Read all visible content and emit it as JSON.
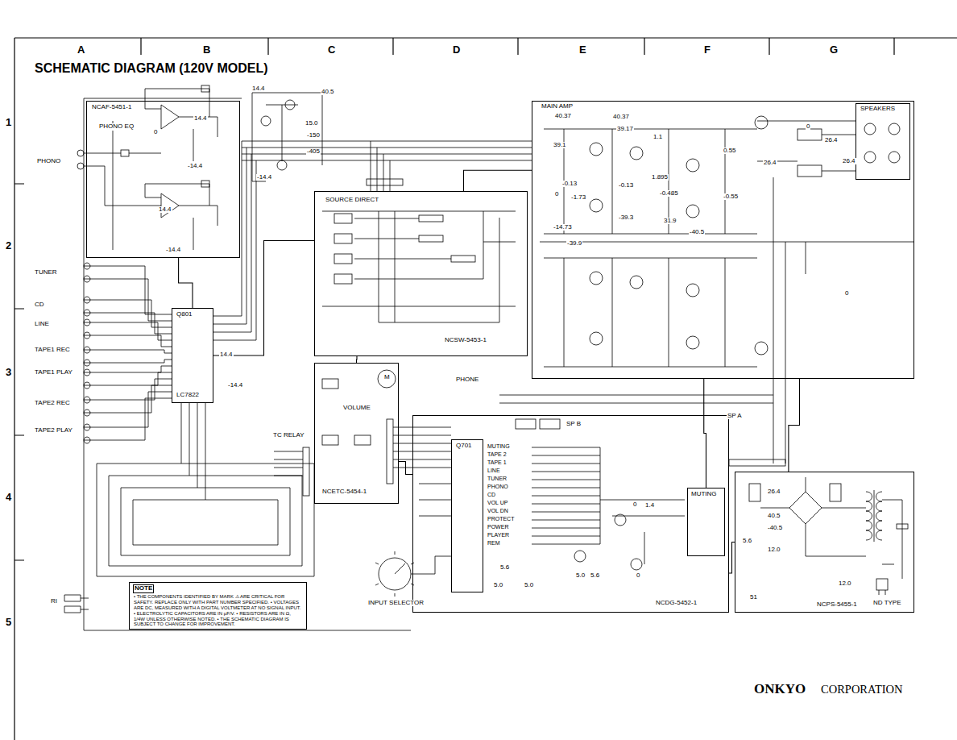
{
  "diagram": {
    "title": "SCHEMATIC DIAGRAM (120V MODEL)",
    "nodes": [
      {
        "text": [
          "NCAF-5451-1",
          "PHONO EQ"
        ]
      },
      {
        "text": [
          "MAIN AMP"
        ]
      },
      {
        "text": [
          "SPEAKERS"
        ],
        "in": 1
      },
      {
        "text": [
          "SOURCE DIRECT",
          "NCSW-5453-1"
        ]
      },
      {
        "text": [
          "NCETC-5454-1"
        ]
      },
      {
        "text": [
          "NCDG-5452-1"
        ]
      },
      {
        "text": [
          "Q701"
        ],
        "in": 5
      },
      {
        "text": [
          "Q801",
          "LC7822"
        ]
      },
      {
        "text": [
          "MUTING"
        ],
        "in": 5
      },
      {
        "text": [
          "NCPS-5455-1"
        ]
      },
      {
        "text": [
          "NOTE",
          "• THE COMPONENTS IDENTIFIED BY MARK ⚠ ARE CRITICAL FOR SAFETY. REPLACE ONLY WITH PART NUMBER SPECIFIED. • VOLTAGES ARE DC, MEASURED WITH A DIGITAL VOLTMETER AT NO SIGNAL INPUT. • ELECTROLYTIC CAPACITORS ARE IN µF/V. • RESISTORS ARE IN Ω, 1/4W UNLESS OTHERWISE NOTED. • THE SCHEMATIC DIAGRAM IS SUBJECT TO CHANGE FOR IMPROVEMENT."
        ]
      }
    ],
    "edges": [
      {
        "from": 0,
        "to": 7,
        "arrow": "none"
      },
      {
        "from": 7,
        "to": 3,
        "arrow": "none"
      },
      {
        "from": 3,
        "to": 1,
        "arrow": "none"
      },
      {
        "from": 9,
        "to": 1,
        "arrow": "none"
      },
      {
        "from": 5,
        "to": 4,
        "arrow": "none"
      },
      {
        "from": 4,
        "to": 3,
        "arrow": "none"
      },
      {
        "from": 9,
        "to": 5,
        "arrow": "none"
      },
      {
        "from": 8,
        "to": 1,
        "arrow": "none"
      }
    ],
    "labels": [
      "A",
      "B",
      "C",
      "D",
      "E",
      "F",
      "G",
      "1",
      "2",
      "3",
      "4",
      "5",
      "14.4",
      "40.5",
      "15.0",
      "-150",
      "-405",
      "-14.4",
      "14.4",
      "0",
      "-14.4",
      "14.4",
      "-14.4",
      "14.4",
      "-14.4",
      "40.37",
      "40.37",
      "39.17",
      "39.1",
      "1.1",
      "0.55",
      "1.895",
      "-0.13",
      "-0.13",
      "0",
      "-1.73",
      "-0.485",
      "-0.55",
      "-14.73",
      "-39.3",
      "-39.9",
      "31.9",
      "-40.5",
      "0",
      "26.4",
      "26.4",
      "26.4",
      "0",
      "26.4",
      "40.5",
      "-40.5",
      "5.6",
      "12.0",
      "51",
      "12.0",
      "1.4",
      "0",
      "5.6",
      "5.0",
      "5.0",
      "5.0",
      "5.6",
      "0",
      "PHONO",
      "TUNER",
      "CD",
      "LINE",
      "TAPE1 REC",
      "TAPE1 PLAY",
      "TAPE2 REC",
      "TAPE2 PLAY",
      "RI",
      "M",
      "TC RELAY",
      "VOLUME",
      "PHONE",
      "SP A",
      "SP B",
      "INPUT SELECTOR",
      "ND TYPE",
      "MUTING",
      "TAPE 2",
      "TAPE 1",
      "LINE",
      "TUNER",
      "PHONO",
      "CD",
      "VOL UP",
      "VOL DN",
      "PROTECT",
      "POWER",
      "PLAYER",
      "REM",
      "ONKYO",
      "CORPORATION"
    ]
  }
}
